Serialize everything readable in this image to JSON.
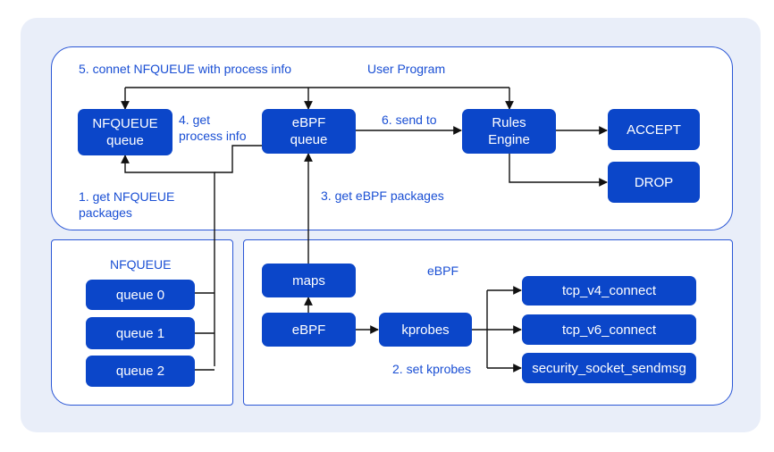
{
  "labels": {
    "connect_nfqueue": "5. connet NFQUEUE with process info",
    "user_program": "User Program",
    "get_process_info": "4. get\nprocess info",
    "send_to": "6. send to",
    "get_nfqueue_packages": "1. get NFQUEUE\npackages",
    "get_ebpf_packages": "3. get eBPF packages",
    "nfqueue_title": "NFQUEUE",
    "ebpf_title": "eBPF",
    "set_kprobes": "2. set kprobes"
  },
  "boxes": {
    "nfqueue_queue": "NFQUEUE\nqueue",
    "ebpf_queue": "eBPF\nqueue",
    "rules_engine": "Rules\nEngine",
    "accept": "ACCEPT",
    "drop": "DROP",
    "queue_0": "queue 0",
    "queue_1": "queue 1",
    "queue_2": "queue 2",
    "maps": "maps",
    "ebpf": "eBPF",
    "kprobes": "kprobes",
    "tcp_v4_connect": "tcp_v4_connect",
    "tcp_v6_connect": "tcp_v6_connect",
    "security_socket_sendmsg": "security_socket_sendmsg"
  },
  "colors": {
    "box": "#0b46c9",
    "label": "#1a4fd4",
    "border": "#2b57d6",
    "background": "#e9eef9"
  }
}
